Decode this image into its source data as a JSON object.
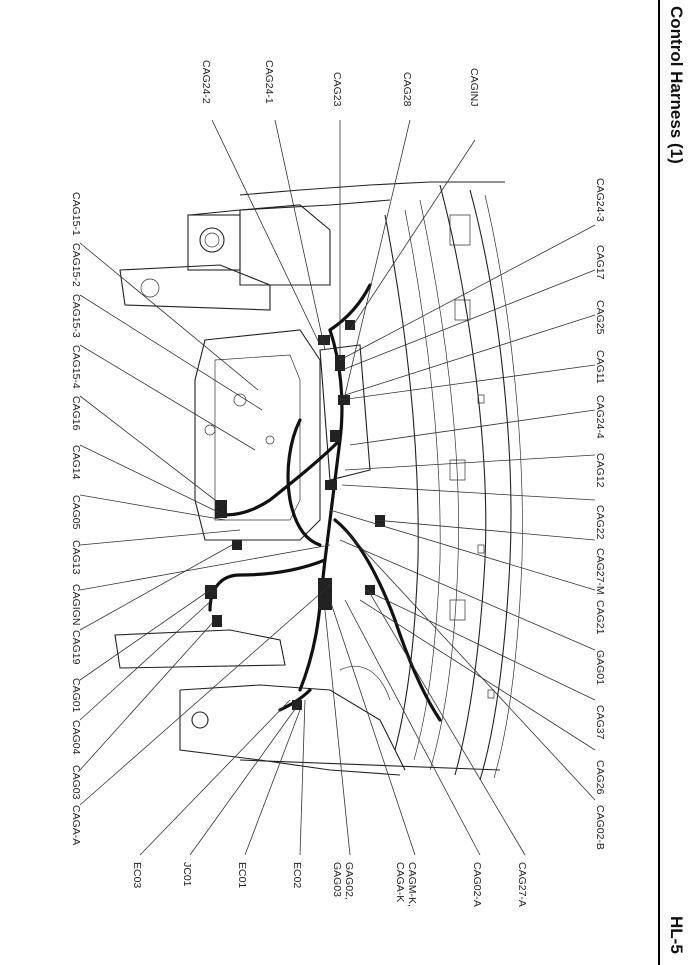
{
  "header": {
    "title": "Control Harness (1)",
    "page_number": "HL-5"
  },
  "labels": {
    "top": [
      "CAG24-2",
      "CAG24-1",
      "CAG23",
      "CAG28",
      "CAGINJ"
    ],
    "left": [
      "CAG15-1",
      "CAG15-2",
      "CAG15-3",
      "CAG15-4",
      "CAG16",
      "CAG14",
      "CAG05",
      "CAG13",
      "CAGIGN",
      "CAG19",
      "CAG01",
      "CAG04",
      "CAG03",
      "CAGA-A"
    ],
    "right": [
      "CAG24-3",
      "CAG17",
      "CAG25",
      "CAG11",
      "CAG24-4",
      "CAG12",
      "CAG22",
      "CAG27-M",
      "CAG21",
      "GAG01",
      "CAG37",
      "CAG26",
      "CAG02-B"
    ],
    "bottom": [
      "EC03",
      "JC01",
      "EC01",
      "EC02",
      "GAG02, GAG03",
      "CAGM-K, CAGA-K",
      "CAG02-A",
      "CAG27-A"
    ]
  }
}
